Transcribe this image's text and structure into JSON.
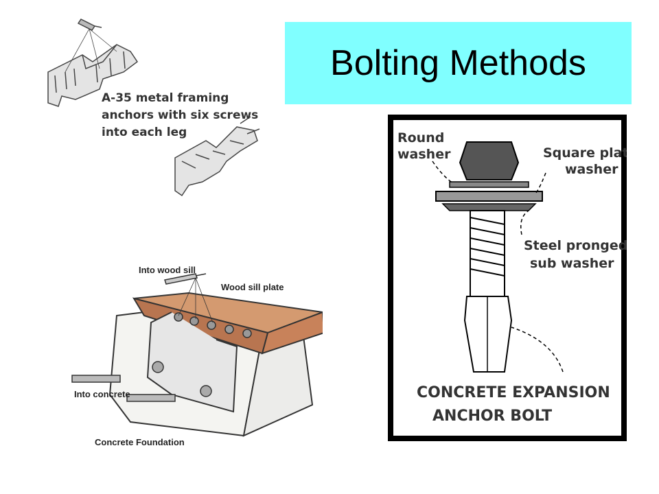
{
  "slide": {
    "title": "Bolting Methods",
    "title_bg": "#80ffff"
  },
  "framing_anchor": {
    "caption_lines": [
      "A-35 metal framing",
      "anchors with six screws",
      "into each leg"
    ]
  },
  "sill_diagram": {
    "label_into_wood_sill": "Into wood sill",
    "label_wood_sill_plate": "Wood sill plate",
    "label_into_concrete": "Into concrete",
    "label_concrete_foundation": "Concrete Foundation",
    "wood_color": "#c8825a",
    "concrete_color": "#f4f4f1"
  },
  "anchor_bolt": {
    "label_round_washer": [
      "Round",
      "washer"
    ],
    "label_square_plate": [
      "Square plate",
      "washer"
    ],
    "label_steel_pronged": [
      "Steel pronged",
      "sub washer"
    ],
    "label_bottom": [
      "CONCRETE EXPANSION",
      "ANCHOR BOLT"
    ],
    "frame_color": "#000000"
  }
}
